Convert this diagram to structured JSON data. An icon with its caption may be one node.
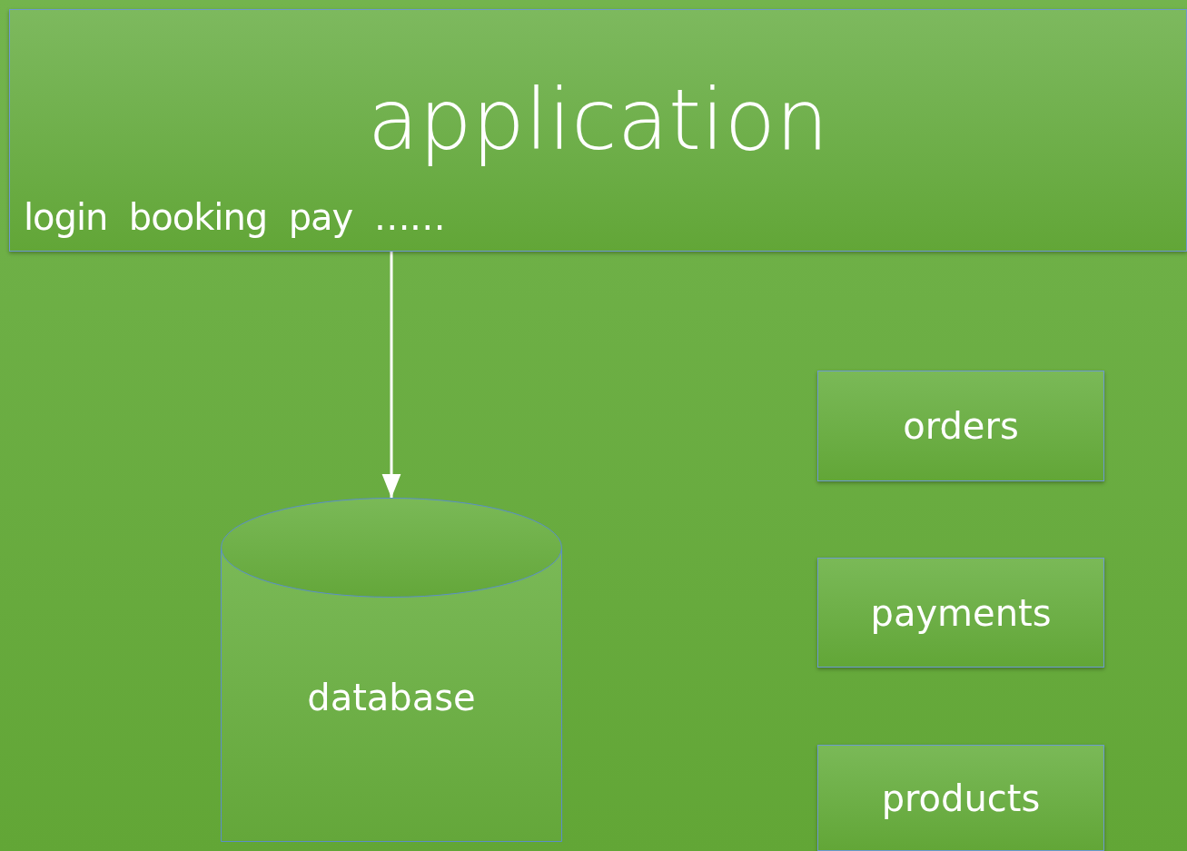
{
  "diagram": {
    "nodes": [
      {
        "text": [
          "application",
          "login  booking  pay  ……"
        ]
      },
      {
        "text": [
          "database"
        ]
      },
      {
        "text": [
          "orders"
        ]
      },
      {
        "text": [
          "payments"
        ]
      },
      {
        "text": [
          "products"
        ]
      }
    ],
    "edges": [
      {
        "from": 0,
        "to": 1,
        "arrow": "to"
      }
    ]
  }
}
